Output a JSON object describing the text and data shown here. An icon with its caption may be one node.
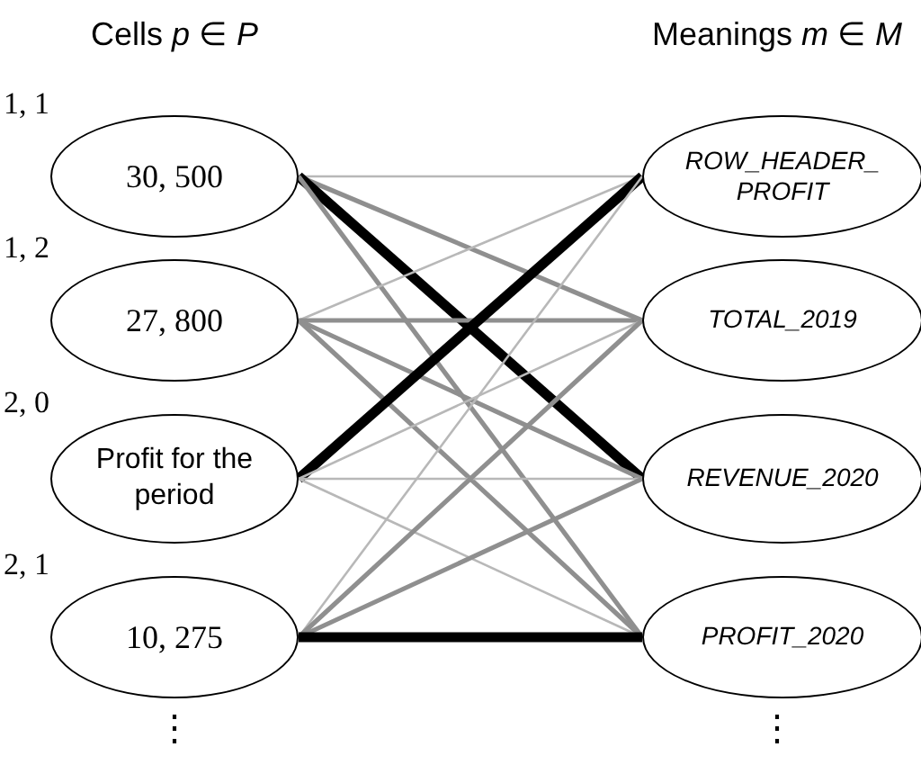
{
  "diagram": {
    "nodes": [
      {
        "text": [
          "30, 500"
        ],
        "beside": [
          "1, 1"
        ]
      },
      {
        "text": [
          "27, 800"
        ],
        "beside": [
          "1, 2"
        ]
      },
      {
        "text": [
          "Profit for the period"
        ],
        "beside": [
          "2, 0"
        ]
      },
      {
        "text": [
          "10, 275"
        ],
        "beside": [
          "2, 1"
        ]
      },
      {
        "text": [
          "ROW_HEADER_ PROFIT"
        ]
      },
      {
        "text": [
          "TOTAL_2019"
        ]
      },
      {
        "text": [
          "REVENUE_2020"
        ]
      },
      {
        "text": [
          "PROFIT_2020"
        ]
      }
    ],
    "edges": [
      {
        "from": 0,
        "to": 4,
        "arrow": "none",
        "color": "#b8b8b8"
      },
      {
        "from": 0,
        "to": 5,
        "arrow": "none"
      },
      {
        "from": 0,
        "to": 6,
        "arrow": "none",
        "style": "thick",
        "color": "#000000"
      },
      {
        "from": 0,
        "to": 7,
        "arrow": "none"
      },
      {
        "from": 1,
        "to": 4,
        "arrow": "none",
        "color": "#b8b8b8"
      },
      {
        "from": 1,
        "to": 5,
        "arrow": "none"
      },
      {
        "from": 1,
        "to": 6,
        "arrow": "none"
      },
      {
        "from": 1,
        "to": 7,
        "arrow": "none"
      },
      {
        "from": 2,
        "to": 4,
        "arrow": "none",
        "style": "thick",
        "color": "#000000"
      },
      {
        "from": 2,
        "to": 5,
        "arrow": "none",
        "color": "#b8b8b8"
      },
      {
        "from": 2,
        "to": 6,
        "arrow": "none",
        "color": "#b8b8b8"
      },
      {
        "from": 2,
        "to": 7,
        "arrow": "none",
        "color": "#b8b8b8"
      },
      {
        "from": 3,
        "to": 4,
        "arrow": "none",
        "color": "#b8b8b8"
      },
      {
        "from": 3,
        "to": 5,
        "arrow": "none"
      },
      {
        "from": 3,
        "to": 6,
        "arrow": "none"
      },
      {
        "from": 3,
        "to": 7,
        "arrow": "none",
        "style": "thick",
        "color": "#000000"
      }
    ],
    "labels": [
      "Cells *p* ∈ *P*",
      "Meanings *m* ∈ *M*",
      "⋮",
      "⋮"
    ]
  }
}
